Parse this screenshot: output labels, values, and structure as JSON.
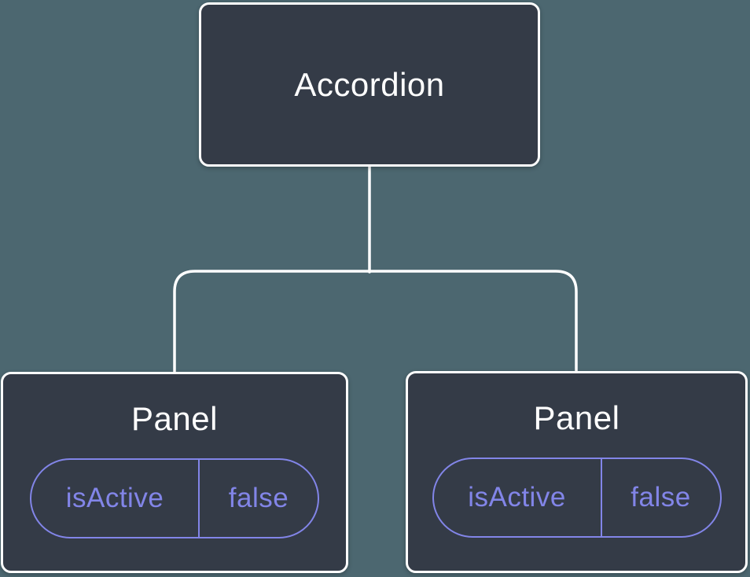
{
  "diagram": {
    "type": "component-tree",
    "root": {
      "label": "Accordion"
    },
    "children": [
      {
        "label": "Panel",
        "state": {
          "name": "isActive",
          "value": "false"
        }
      },
      {
        "label": "Panel",
        "state": {
          "name": "isActive",
          "value": "false"
        }
      }
    ],
    "colors": {
      "background": "#4c6770",
      "node_fill": "#343b47",
      "node_border": "#ffffff",
      "node_text": "#ffffff",
      "connector": "#ffffff",
      "state_accent": "#8285e8"
    }
  }
}
